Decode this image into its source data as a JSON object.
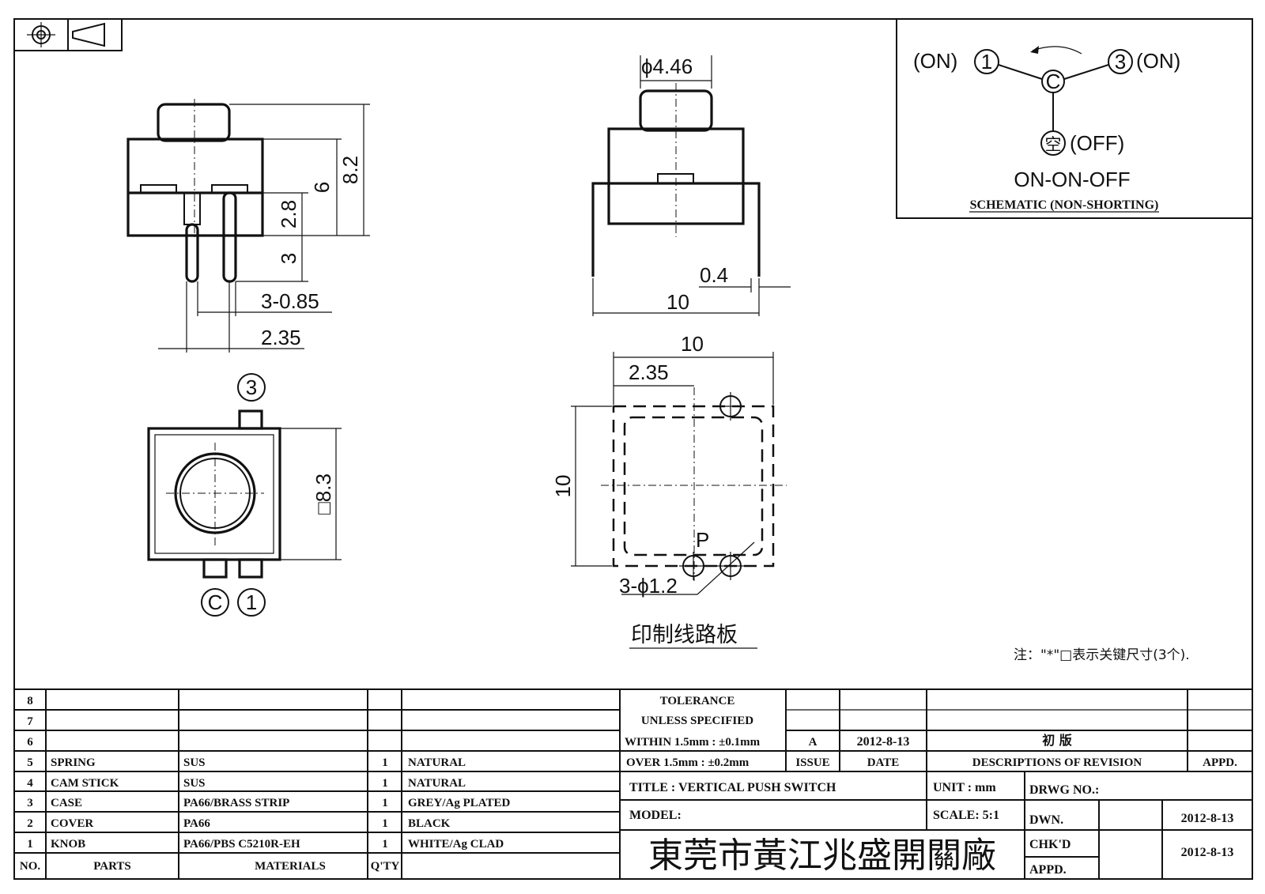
{
  "dims": {
    "d_446": "ϕ4.46",
    "h_82": "8.2",
    "h_6": "6",
    "h_28": "2.8",
    "h_3": "3",
    "pin_085": "3-0.85",
    "pitch_235": "2.35",
    "w_04": "0.4",
    "w_10_side": "10",
    "pcb_w_10": "10",
    "pcb_235": "2.35",
    "pcb_h_10": "10",
    "holes": "3-ϕ1.2",
    "p_label": "P",
    "sq_83": "□8.3"
  },
  "pin_labels": {
    "pin3": "3",
    "pinC": "C",
    "pin1": "1"
  },
  "pcb_caption": "印制线路板",
  "note": "注：\"*\"□表示关键尺寸(3个).",
  "schematic": {
    "on_left": "(ON)",
    "node1": "1",
    "node3": "3",
    "on_right": "(ON)",
    "nodeC": "C",
    "node_empty": "空",
    "off": "(OFF)",
    "mode": "ON-ON-OFF",
    "caption": "SCHEMATIC (NON-SHORTING)"
  },
  "bom": {
    "empty_rows": [
      "8",
      "7",
      "6"
    ],
    "rows": [
      {
        "no": "5",
        "part": "SPRING",
        "material": "SUS",
        "qty": "1",
        "finish": "NATURAL"
      },
      {
        "no": "4",
        "part": "CAM STICK",
        "material": "SUS",
        "qty": "1",
        "finish": "NATURAL"
      },
      {
        "no": "3",
        "part": "CASE",
        "material": "PA66/BRASS STRIP",
        "qty": "1",
        "finish": "GREY/Ag PLATED"
      },
      {
        "no": "2",
        "part": "COVER",
        "material": "PA66",
        "qty": "1",
        "finish": "BLACK"
      },
      {
        "no": "1",
        "part": "KNOB",
        "material": "PA66/PBS C5210R-EH",
        "qty": "1",
        "finish": "WHITE/Ag CLAD"
      }
    ],
    "headers": {
      "no": "NO.",
      "parts": "PARTS",
      "materials": "MATERIALS",
      "qty": "Q'TY"
    }
  },
  "tolerance": {
    "line1": "TOLERANCE",
    "line2": "UNLESS  SPECIFIED",
    "line3": "WITHIN 1.5mm : ±0.1mm",
    "line4": "OVER 1.5mm : ±0.2mm"
  },
  "revision": {
    "issue": "A",
    "date": "2012-8-13",
    "desc": "初 版",
    "h_issue": "ISSUE",
    "h_date": "DATE",
    "h_desc": "DESCRIPTIONS OF REVISION",
    "h_appd": "APPD."
  },
  "title_block": {
    "title": "TITLE :  VERTICAL PUSH SWITCH",
    "unit": "UNIT :  mm",
    "drwg_no": "DRWG NO.:",
    "model": "MODEL:",
    "scale": "SCALE:  5:1",
    "dwn": "DWN.",
    "dwn_date": "2012-8-13",
    "chkd": "CHK'D",
    "chkd_date": "2012-8-13",
    "appd": "APPD.",
    "company": "東莞市黃江兆盛開關廠"
  }
}
